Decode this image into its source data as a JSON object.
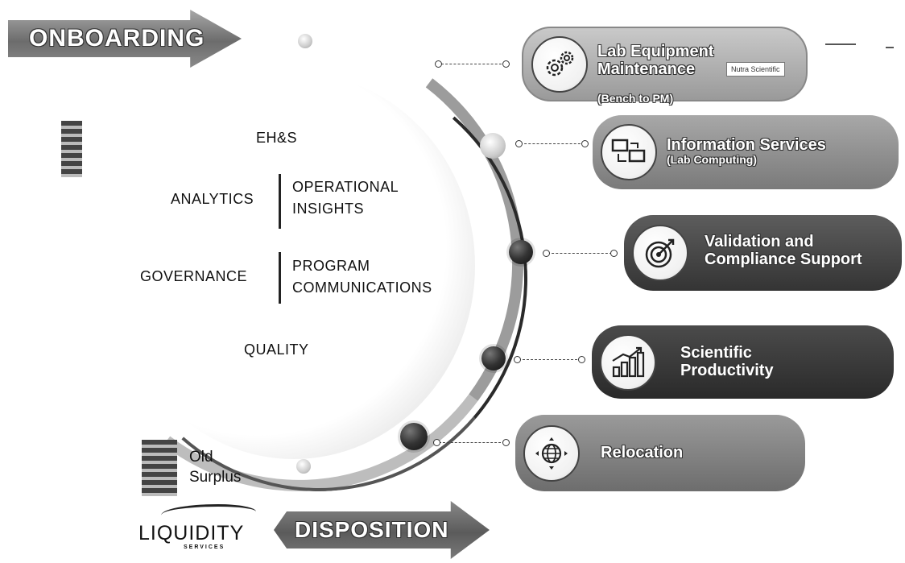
{
  "arrows": {
    "onboarding": "ONBOARDING",
    "disposition": "DISPOSITION"
  },
  "circle": {
    "ehs": "EH&S",
    "analytics": "ANALYTICS",
    "operational_insights": [
      "OPERATIONAL",
      "INSIGHTS"
    ],
    "governance": "GOVERNANCE",
    "program_communications": [
      "PROGRAM",
      "COMMUNICATIONS"
    ],
    "quality": "QUALITY"
  },
  "pills": [
    {
      "title": "Lab Equipment Maintenance",
      "sub": "(Bench to PM)",
      "icon": "gears-icon",
      "logo": "Nutra Scientific"
    },
    {
      "title": "Information Services",
      "sub": "(Lab Computing)",
      "icon": "computers-icon"
    },
    {
      "title": "Validation and",
      "title2": "Compliance Support",
      "icon": "target-icon"
    },
    {
      "title": "Scientific",
      "title2": "Productivity",
      "icon": "growth-chart-icon"
    },
    {
      "title": "Relocation",
      "icon": "globe-icon"
    }
  ],
  "side": {
    "old_surplus": [
      "Old",
      "Surplus"
    ],
    "liquidity": "LIQUIDITY",
    "liquidity_sub": "SERVICES"
  }
}
